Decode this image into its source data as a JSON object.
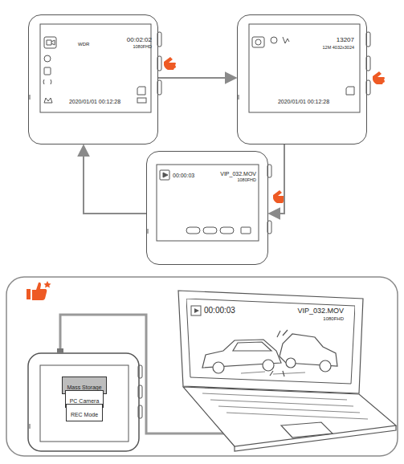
{
  "diagram": {
    "nodes": [
      {
        "text": [
          "WDR",
          "00:02:02",
          "1080FHD",
          "2020/01/01 00:12:28"
        ]
      },
      {
        "text": [
          "13207",
          "12M 4032x3024",
          "2020/01/01 00:12:28"
        ]
      },
      {
        "text": [
          "00:00:03",
          "VIP_032.MOV",
          "1080FHD"
        ]
      },
      {
        "text": [
          "Mass Storage"
        ]
      },
      {
        "text": [
          "PC Camera"
        ]
      },
      {
        "text": [
          "REC Mode"
        ]
      },
      {
        "text": [
          "00:00:03",
          "VIP_032.MOV",
          "1080FHD"
        ]
      }
    ],
    "edges": [
      {
        "from": 0,
        "to": 1,
        "arrow": "to"
      },
      {
        "from": 1,
        "to": 2,
        "arrow": "to"
      },
      {
        "from": 2,
        "to": 0,
        "arrow": "to"
      }
    ]
  }
}
